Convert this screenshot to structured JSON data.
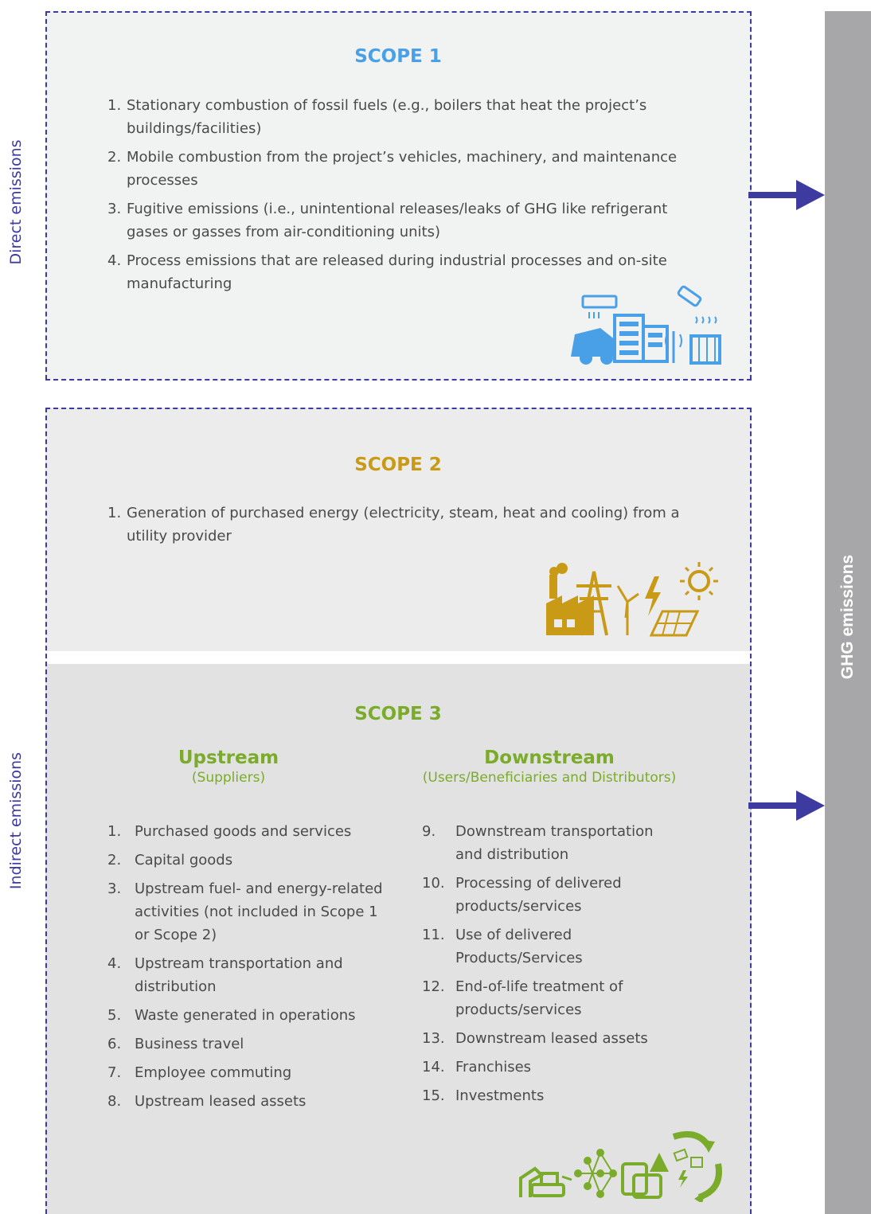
{
  "colors": {
    "scope1": "#4aa0e6",
    "scope2": "#c99a16",
    "scope3": "#7aab2a",
    "accent": "#3d3aa0",
    "text": "#4a4a4a",
    "ghg_bar": "#a7a7a9"
  },
  "side_labels": {
    "direct": "Direct emissions",
    "indirect": "Indirect emissions"
  },
  "ghg_label": "GHG emissions",
  "scope1": {
    "title": "SCOPE 1",
    "items": [
      {
        "num": "1.",
        "text": "Stationary combustion of fossil fuels (e.g., boilers that heat the project’s buildings/facilities)"
      },
      {
        "num": "2.",
        "text": "Mobile combustion from the project’s vehicles, machinery, and maintenance processes"
      },
      {
        "num": "3.",
        "text": "Fugitive emissions (i.e., unintentional releases/leaks of GHG like refrigerant gases or gasses from air-conditioning units)"
      },
      {
        "num": "4.",
        "text": "Process emissions that are released during industrial processes and on-site manufacturing"
      }
    ],
    "icon": "industrial-facilities-icon"
  },
  "scope2": {
    "title": "SCOPE 2",
    "items": [
      {
        "num": "1.",
        "text": "Generation of purchased energy (electricity, steam, heat and cooling) from a utility provider"
      }
    ],
    "icon": "energy-generation-icon"
  },
  "scope3": {
    "title": "SCOPE 3",
    "upstream": {
      "heading": "Upstream",
      "subheading": "(Suppliers)",
      "items": [
        {
          "num": "1.",
          "text": "Purchased goods and services"
        },
        {
          "num": "2.",
          "text": "Capital goods"
        },
        {
          "num": "3.",
          "text": "Upstream fuel- and energy-related activities (not included in Scope 1 or Scope 2)"
        },
        {
          "num": "4.",
          "text": "Upstream transportation and distribution"
        },
        {
          "num": "5.",
          "text": "Waste generated in operations"
        },
        {
          "num": "6.",
          "text": "Business travel"
        },
        {
          "num": "7.",
          "text": "Employee commuting"
        },
        {
          "num": "8.",
          "text": "Upstream leased assets"
        }
      ]
    },
    "downstream": {
      "heading": "Downstream",
      "subheading": "(Users/Beneficiaries and Distributors)",
      "items": [
        {
          "num": "9.",
          "text": "Downstream transportation and distribution"
        },
        {
          "num": "10.",
          "text": "Processing of delivered products/services"
        },
        {
          "num": "11.",
          "text": "Use of delivered Products/Services"
        },
        {
          "num": "12.",
          "text": "End-of-life treatment of products/services"
        },
        {
          "num": "13.",
          "text": "Downstream leased assets"
        },
        {
          "num": "14.",
          "text": "Franchises"
        },
        {
          "num": "15.",
          "text": "Investments"
        }
      ]
    },
    "icon": "value-chain-icon"
  }
}
